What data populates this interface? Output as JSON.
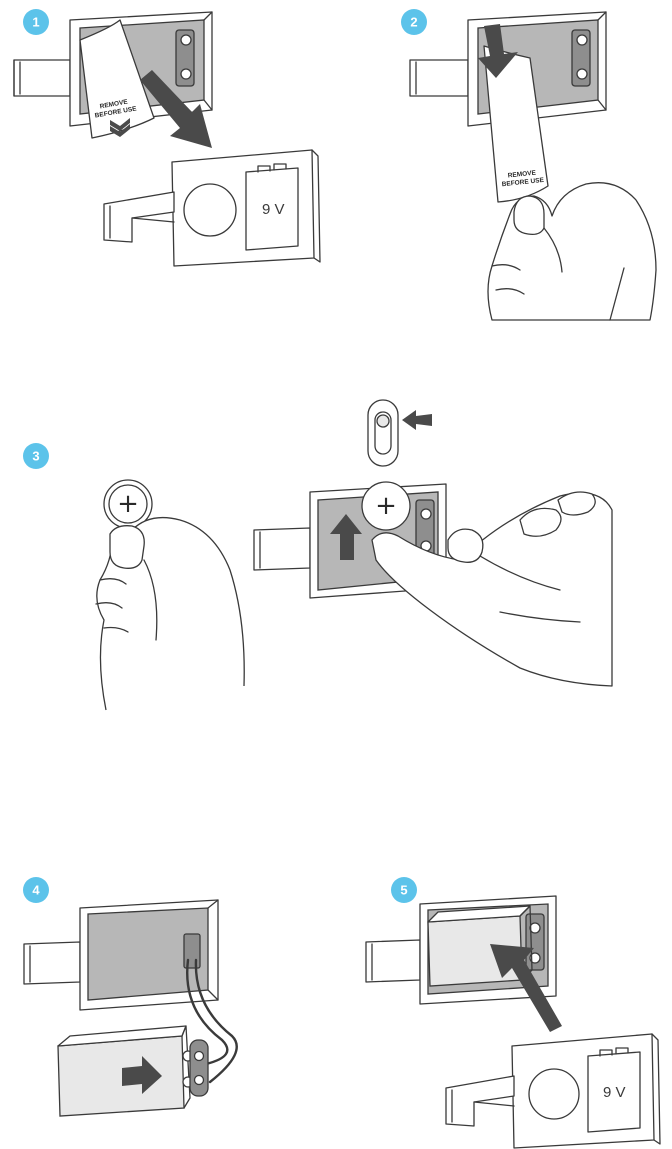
{
  "steps": [
    {
      "number": "1",
      "tab_text_1": "REMOVE",
      "tab_text_2": "BEFORE USE",
      "battery_label": "9 V"
    },
    {
      "number": "2",
      "tab_text_1": "REMOVE",
      "tab_text_2": "BEFORE USE"
    },
    {
      "number": "3",
      "coin_symbol": "+",
      "installed_symbol": "+"
    },
    {
      "number": "4"
    },
    {
      "number": "5",
      "battery_label": "9 V"
    }
  ],
  "colors": {
    "badge": "#5cc3ea",
    "compartment": "#b7b7b7",
    "arrow": "#4a4a4a"
  }
}
